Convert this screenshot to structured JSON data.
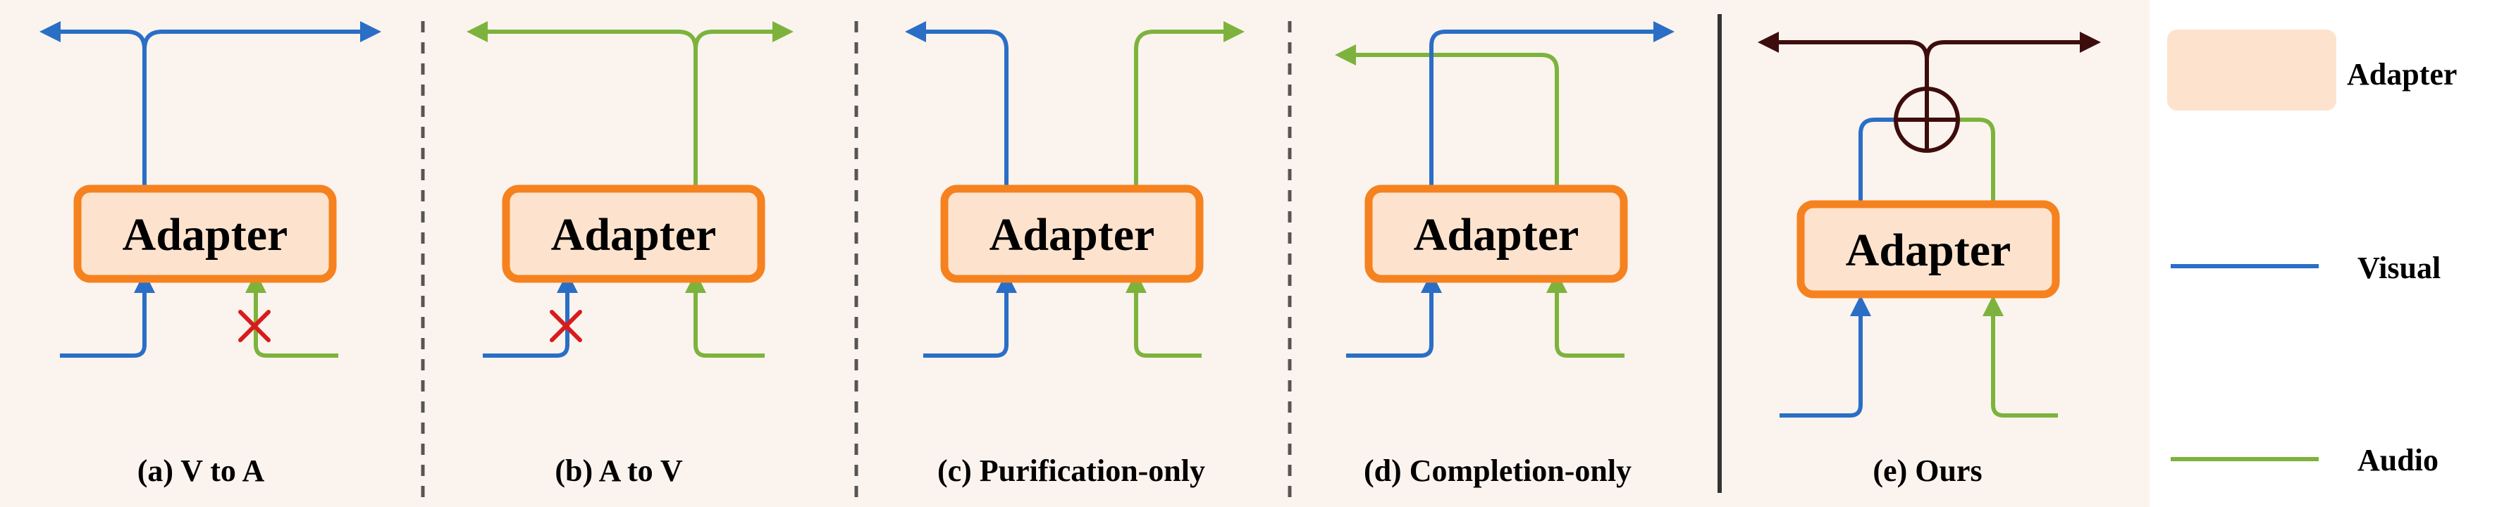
{
  "colors": {
    "background": "#fbf3ee",
    "legend_background": "#ffffff",
    "visual": "#2a6ec6",
    "audio": "#7db33c",
    "adapter_fill": "#fde3cd",
    "adapter_border": "#f5821f",
    "cross": "#d81b1b",
    "output": "#3d0d0d"
  },
  "panels": [
    {
      "adapter_label": "Adapter",
      "caption": "(a) V to A"
    },
    {
      "adapter_label": "Adapter",
      "caption": "(b) A to V"
    },
    {
      "adapter_label": "Adapter",
      "caption": "(c) Purification-only"
    },
    {
      "adapter_label": "Adapter",
      "caption": "(d) Completion-only"
    },
    {
      "adapter_label": "Adapter",
      "caption": "(e) Ours"
    }
  ],
  "legend": {
    "adapter": "Adapter",
    "visual": "Visual",
    "audio": "Audio"
  }
}
